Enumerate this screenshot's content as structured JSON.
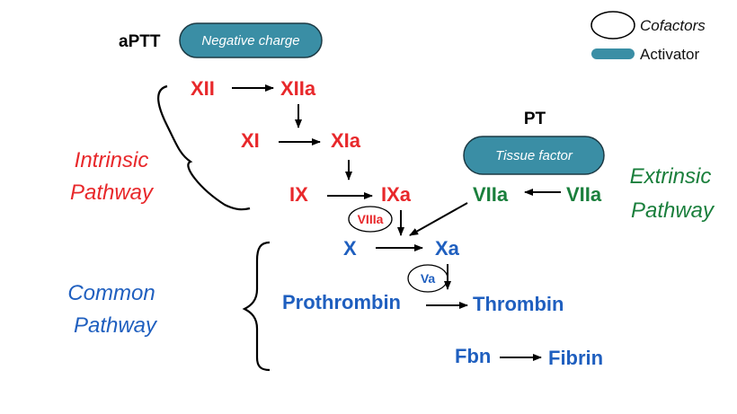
{
  "legend": {
    "cofactors_label": "Cofactors",
    "activator_label": "Activator"
  },
  "headings": {
    "aptt": "aPTT",
    "pt": "PT"
  },
  "activators": {
    "negative_charge": "Negative charge",
    "tissue_factor": "Tissue factor"
  },
  "pathways": {
    "intrinsic": [
      "Intrinsic",
      "Pathway"
    ],
    "extrinsic": [
      "Extrinsic",
      "Pathway"
    ],
    "common": [
      "Common",
      "Pathway"
    ]
  },
  "intrinsic": {
    "xii": "XII",
    "xiia": "XIIa",
    "xi": "XI",
    "xia": "XIa",
    "ix": "IX",
    "ixa": "IXa"
  },
  "extrinsic": {
    "viia_active": "VIIa",
    "vii": "VIIa"
  },
  "common": {
    "x": "X",
    "xa": "Xa",
    "prothrombin": "Prothrombin",
    "thrombin": "Thrombin",
    "fbn": "Fbn",
    "fibrin": "Fibrin"
  },
  "cofactors": {
    "viiia": "VIIIa",
    "va": "Va"
  },
  "colors": {
    "intrinsic": "#e8282b",
    "extrinsic": "#1a7f3c",
    "common": "#1f5fbf",
    "activator": "#3a8ea5"
  }
}
